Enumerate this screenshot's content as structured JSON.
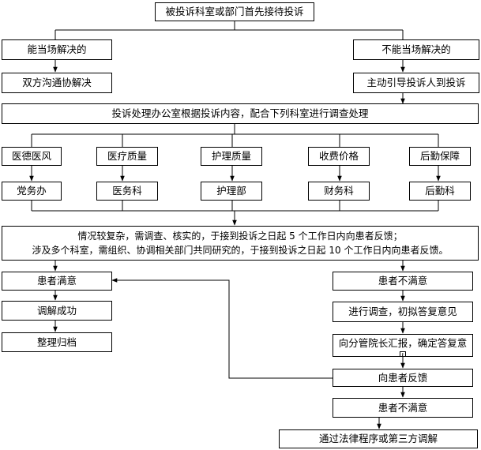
{
  "flow": {
    "top": "被投诉科室或部门首先接待投诉",
    "left_branch": "能当场解决的",
    "left_action": "双方沟通协解决",
    "right_branch": "不能当场解决的",
    "right_action": "主动引导投诉人到投诉",
    "office": "投诉处理办公室根据投诉内容，配合下列科室进行调查处理",
    "categories": [
      {
        "topic": "医德医风",
        "dept": "党务办"
      },
      {
        "topic": "医疗质量",
        "dept": "医务科"
      },
      {
        "topic": "护理质量",
        "dept": "护理部"
      },
      {
        "topic": "收费价格",
        "dept": "财务科"
      },
      {
        "topic": "后勤保障",
        "dept": "后勤科"
      }
    ],
    "rule_line1": "情况较复杂，需调查、核实的，于接到投诉之日起 5 个工作日内向患者反馈；",
    "rule_line2": "涉及多个科室，需组织、协调相关部门共同研究的，于接到投诉之日起 10 个工作日内向患者反馈。",
    "satisfied": "患者满意",
    "mediation_success": "调解成功",
    "archive": "整理归档",
    "not_satisfied": "患者不满意",
    "investigate": "进行调查，初拟答复意见",
    "report": "向分管院长汇报，确定答复意见",
    "feedback": "向患者反馈",
    "not_satisfied_2": "患者不满意",
    "legal": "通过法律程序或第三方调解"
  }
}
